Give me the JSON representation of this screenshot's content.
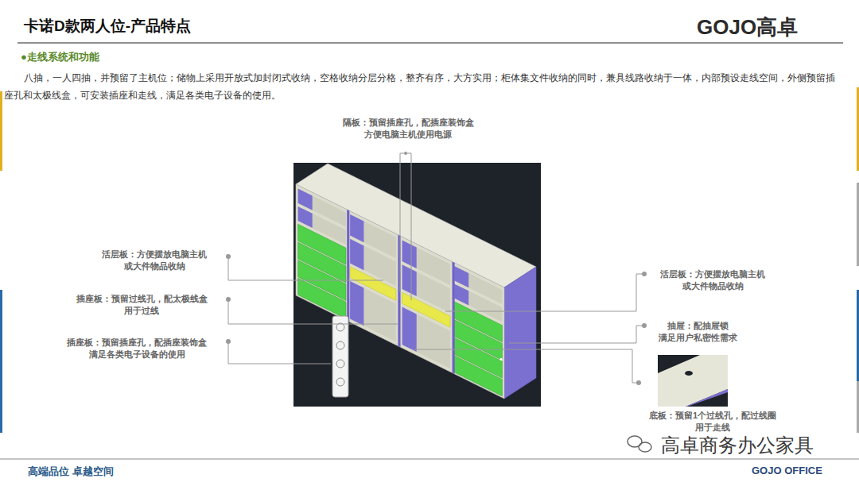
{
  "diagram": {
    "title": "卡诺D款两人位-产品特点",
    "labels": [
      "GOJO高卓",
      "●走线系统和功能",
      "八抽，一人四抽，并预留了主机位；储物上采用开放式加封闭式收纳，空格收纳分层分格，整齐有序，大方实用；柜体集文件收纳的同时，兼具线路收纳于一体，内部预设走线空间，外侧预留插座孔和太极线盒，可安装插座和走线，满足各类电子设备的使用。",
      "隔板：预留插座孔，配插座装饰盒 方便电脑主机使用电源",
      "活层板：方便摆放电脑主机 或大件物品收纳",
      "插座板：预留过线孔，配太极线盒 用于过线",
      "插座板：预留插座孔，配插座装饰盒 满足各类电子设备的使用",
      "活层板：方便摆放电脑主机 或大件物品收纳",
      "抽屉：配抽屉锁 满足用户私密性需求",
      "底板：预留1个过线孔，配过线圈 用于走线",
      "高卓商务办公家具",
      "高端品位 卓越空间",
      "GOJO OFFICE"
    ]
  }
}
